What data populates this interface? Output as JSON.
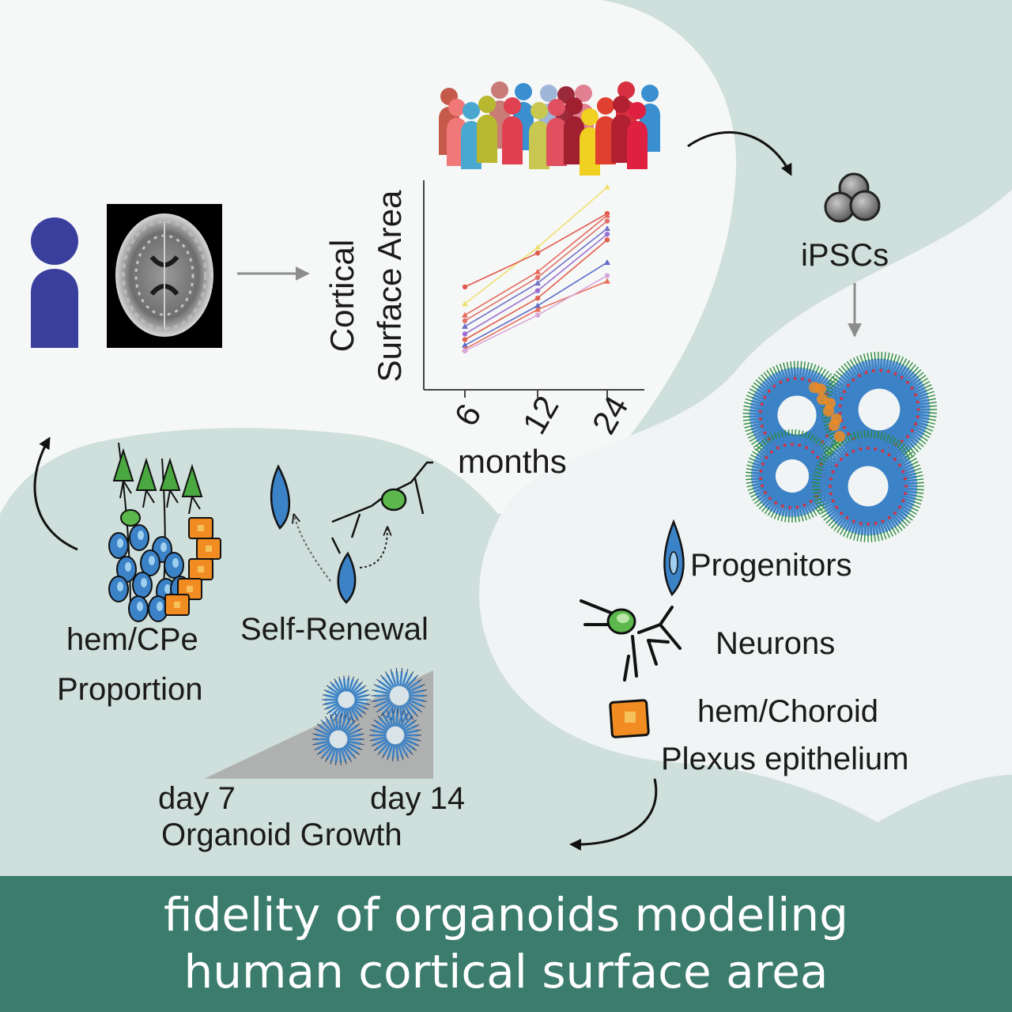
{
  "labels": {
    "ipscs": "iPSCs",
    "progenitors": "Progenitors",
    "neurons": "Neurons",
    "hem_line1": "hem/Choroid",
    "hem_line2": "Plexus epithelium",
    "self_renewal": "Self-Renewal",
    "proportion_line1": "hem/CPe",
    "proportion_line2": "Proportion",
    "day7": "day 7",
    "day14": "day 14",
    "organoid_growth": "Organoid Growth"
  },
  "chart_data": {
    "type": "line",
    "ylabel_line1": "Cortical",
    "ylabel_line2": "Surface Area",
    "xlabel": "months",
    "categories": [
      "6",
      "12",
      "24"
    ],
    "series": [
      {
        "color": "#f0e070",
        "values": [
          36,
          66,
          98
        ],
        "marker": "triangle"
      },
      {
        "color": "#e05a4c",
        "values": [
          45,
          63,
          84
        ],
        "marker": "circle"
      },
      {
        "color": "#e86a5c",
        "values": [
          30,
          53,
          83
        ],
        "marker": "triangle"
      },
      {
        "color": "#e07068",
        "values": [
          27,
          50,
          80
        ],
        "marker": "circle"
      },
      {
        "color": "#7070c8",
        "values": [
          24,
          47,
          76
        ],
        "marker": "triangle"
      },
      {
        "color": "#9a6fd0",
        "values": [
          20,
          43,
          73
        ],
        "marker": "circle"
      },
      {
        "color": "#e0604c",
        "values": [
          17,
          39,
          70
        ],
        "marker": "circle"
      },
      {
        "color": "#5c6ac6",
        "values": [
          14,
          35,
          58
        ],
        "marker": "triangle"
      },
      {
        "color": "#e8705a",
        "values": [
          12,
          33,
          48
        ],
        "marker": "triangle"
      },
      {
        "color": "#d8a8d8",
        "values": [
          11,
          30,
          51
        ],
        "marker": "circle"
      }
    ],
    "ylim": [
      0,
      100
    ]
  },
  "banner": {
    "line1": "fidelity of organoids modeling",
    "line2": "human cortical surface area"
  },
  "colors": {
    "background_mint": "#cfdfdb",
    "panel_white": "#f6f8f8",
    "banner_green": "#3b7c6c",
    "person_blue": "#3a3f9e",
    "progenitor_blue": "#3c82c6",
    "neuron_green": "#5cb84c",
    "cpe_orange": "#f08c22"
  },
  "icons": [
    "person-icon",
    "mri-brain-scan-icon",
    "crowd-icon",
    "ipsc-cluster-icon",
    "organoid-icon",
    "progenitor-cell-icon",
    "neuron-icon",
    "cpe-cell-icon",
    "cell-column-icon",
    "growth-wedge-icon"
  ]
}
